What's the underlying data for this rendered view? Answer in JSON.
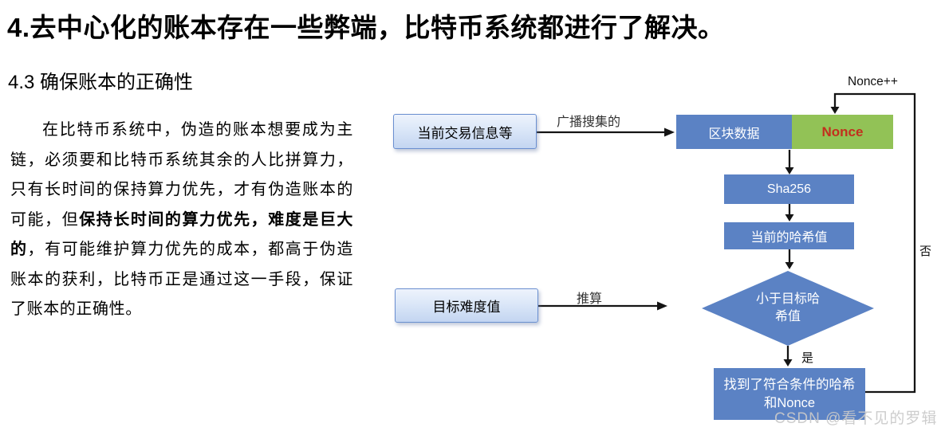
{
  "header": {
    "title": "4.去中心化的账本存在一些弊端，比特币系统都进行了解决。",
    "subtitle": "4.3 确保账本的正确性"
  },
  "paragraph": {
    "part1": "在比特币系统中，伪造的账本想要成为主链，必须要和比特币系统其余的人比拼算力，只有长时间的保持算力优先，才有伪造账本的可能，但",
    "bold": "保持长时间的算力优先，难度是巨大的",
    "part2": "，有可能维护算力优先的成本，都高于伪造账本的获利，比特币正是通过这一手段，保证了账本的正确性。"
  },
  "flowchart": {
    "nodes": {
      "current_tx": "当前交易信息等",
      "block_data": "区块数据",
      "nonce": "Nonce",
      "sha256": "Sha256",
      "current_hash": "当前的哈希值",
      "decision_line1": "小于目标哈",
      "decision_line2": "希值",
      "target_difficulty": "目标难度值",
      "result_line1": "找到了符合条件的哈希",
      "result_line2": "和Nonce"
    },
    "labels": {
      "broadcast": "广播搜集的",
      "infer": "推算",
      "nonce_increment": "Nonce++",
      "no": "否",
      "yes": "是"
    },
    "colors": {
      "node_blue": "#5b82c4",
      "nonce_green": "#92c256",
      "nonce_text": "#c2301d",
      "light_box_border": "#6a8fd0",
      "connector": "#141414"
    }
  },
  "watermark": "CSDN @看不见的罗辑"
}
